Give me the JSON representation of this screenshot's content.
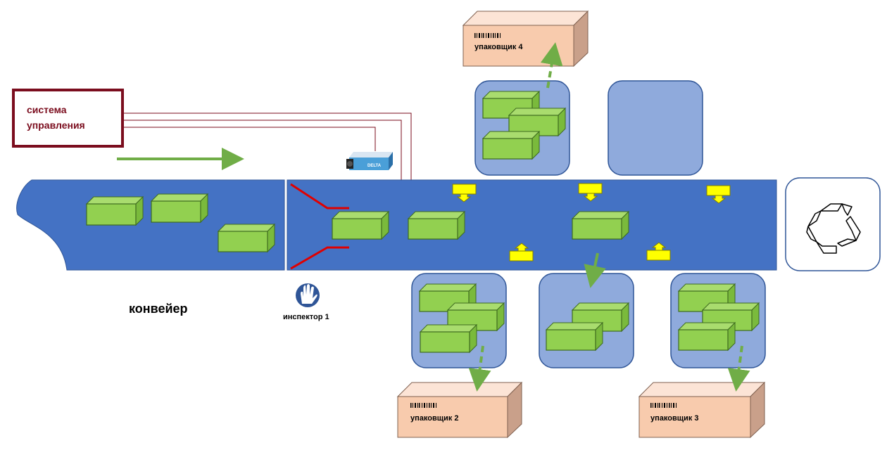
{
  "control_system": {
    "label_line1": "система",
    "label_line2": "управления",
    "border_color": "#7b0d1e",
    "text_color": "#7b0d1e"
  },
  "conveyor": {
    "label": "конвейер",
    "color": "#4472c4"
  },
  "inspector": {
    "label": "инспектор 1",
    "icon": "hand-stop-icon"
  },
  "camera": {
    "brand": "DELTA",
    "icon": "camera-icon"
  },
  "packers": [
    {
      "label": "упаковщик 4"
    },
    {
      "label": "упаковщик 2"
    },
    {
      "label": "упаковщик 3"
    }
  ],
  "recycle": {
    "icon": "recycle-icon"
  },
  "colors": {
    "box_front": "#92d050",
    "box_top": "#a9dc6e",
    "box_side": "#7aba3c",
    "bin": "#8faadc",
    "bin_border": "#2f5597",
    "pusher": "#ffff00",
    "packer_front": "#f8cbad",
    "packer_top": "#fce4d6",
    "packer_side": "#c9a08a",
    "flow_arrow": "#70ad47",
    "signal_line": "#7b0d1e",
    "gate": "#e00000"
  }
}
